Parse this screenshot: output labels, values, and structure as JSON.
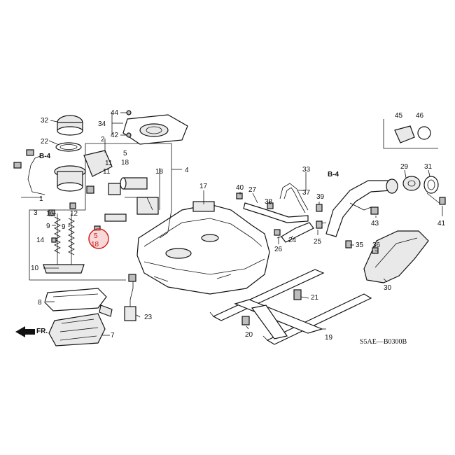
{
  "diagram": {
    "code": "S5AE—B0300B",
    "direction_label": "FR.",
    "refs": [
      "B-4",
      "B-4"
    ],
    "highlight": {
      "color": "#d01818",
      "top": "5",
      "bottom": "18"
    },
    "labels": {
      "p1": "1",
      "p2": "2",
      "p3": "3",
      "p4": "4",
      "p5": "5",
      "p5b": "5",
      "p7": "7",
      "p8": "8",
      "p9": "9",
      "p9b": "9",
      "p10": "10",
      "p11": "11",
      "p12": "12",
      "p14": "14",
      "p16": "16",
      "p17": "17",
      "p18": "18",
      "p18b": "18",
      "p19": "19",
      "p20": "20",
      "p21": "21",
      "p22": "22",
      "p23": "23",
      "p24": "24",
      "p25": "25",
      "p26": "26",
      "p27": "27",
      "p29": "29",
      "p30": "30",
      "p31": "31",
      "p32": "32",
      "p33": "33",
      "p34": "34",
      "p35": "35",
      "p36": "36",
      "p37": "37",
      "p38": "38",
      "p39": "39",
      "p40": "40",
      "p41": "41",
      "p42": "42",
      "p43": "43",
      "p44": "44",
      "p45": "45",
      "p46": "46"
    }
  }
}
